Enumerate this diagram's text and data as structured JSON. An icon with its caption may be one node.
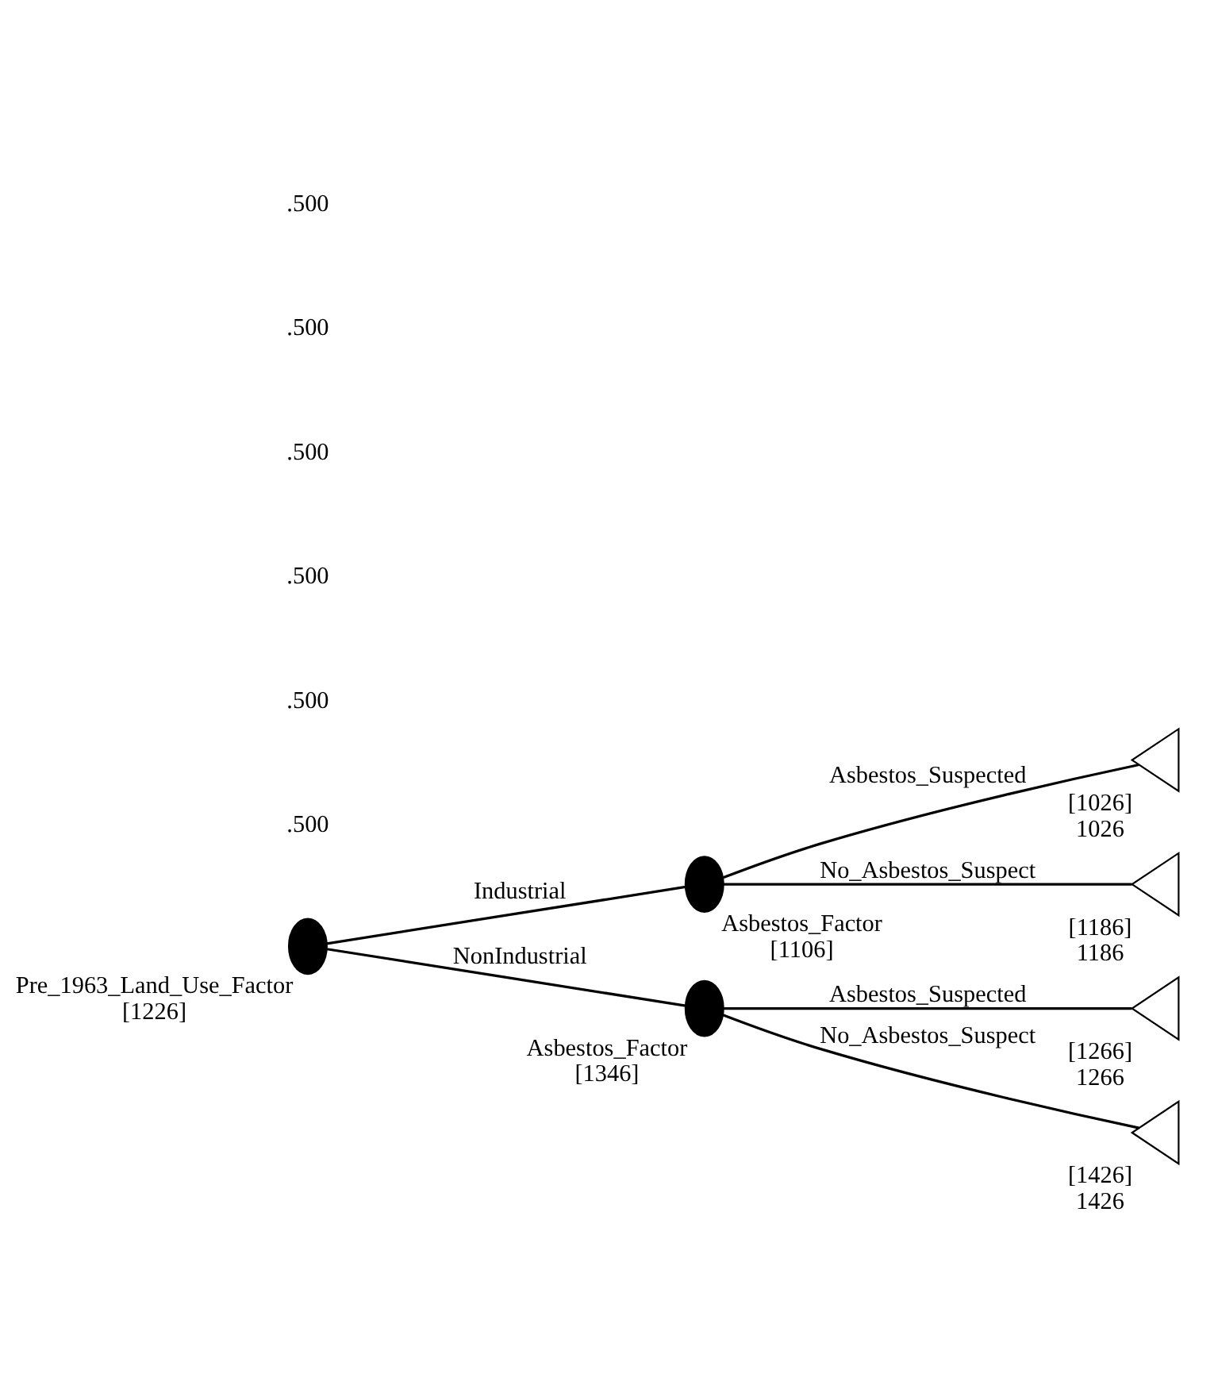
{
  "diagram": {
    "nodes": [
      {
        "text": [],
        "shape": "circle",
        "beside": [
          "Pre_1963_Land_Use_Factor",
          "[1226]"
        ]
      },
      {
        "text": [],
        "shape": "circle",
        "beside": [
          "Asbestos_Factor",
          "[1106]"
        ]
      },
      {
        "text": [],
        "shape": "circle",
        "beside": [
          "Asbestos_Factor",
          "[1346]"
        ]
      },
      {
        "text": [],
        "shape": "triangle",
        "beside": [
          "[1026]",
          "1026"
        ]
      },
      {
        "text": [],
        "shape": "triangle",
        "beside": [
          "[1186]",
          "1186"
        ]
      },
      {
        "text": [],
        "shape": "triangle",
        "beside": [
          "[1266]",
          "1266"
        ]
      },
      {
        "text": [],
        "shape": "triangle",
        "beside": [
          "[1426]",
          "1426"
        ]
      }
    ],
    "edges": [
      {
        "from": 0,
        "to": 1,
        "arrow": "none",
        "label": "Industrial"
      },
      {
        "from": 0,
        "to": 2,
        "arrow": "none",
        "label": "NonIndustrial"
      },
      {
        "from": 1,
        "to": 3,
        "arrow": "none",
        "label": "Asbestos_Suspected"
      },
      {
        "from": 1,
        "to": 4,
        "arrow": "none",
        "label": "No_Asbestos_Suspect"
      },
      {
        "from": 2,
        "to": 5,
        "arrow": "none",
        "label": "Asbestos_Suspected"
      },
      {
        "from": 2,
        "to": 6,
        "arrow": "none",
        "label": "No_Asbestos_Suspect"
      }
    ],
    "labels": [
      ".500",
      ".500",
      ".500",
      ".500",
      ".500",
      ".500"
    ]
  }
}
